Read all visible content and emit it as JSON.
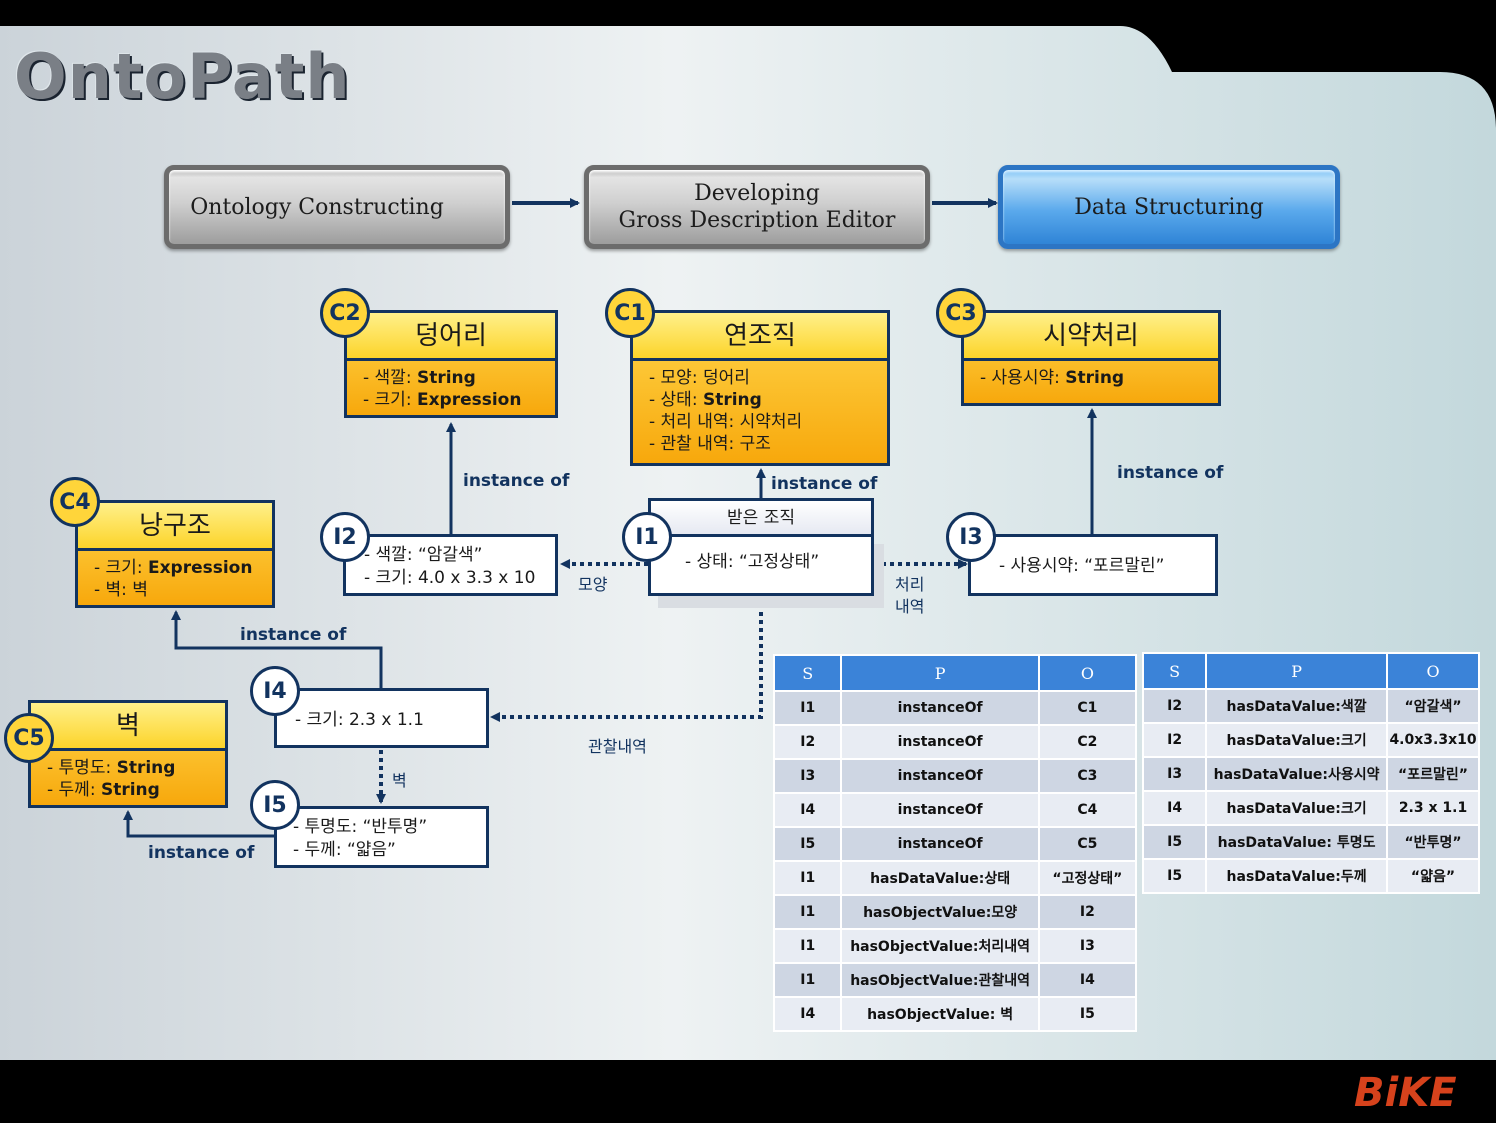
{
  "title": "OntoPath",
  "process": {
    "step1": "Ontology Constructing",
    "step2_line1": "Developing",
    "step2_line2": "Gross Description Editor",
    "step3": "Data Structuring"
  },
  "classes": {
    "c1": {
      "badge": "C1",
      "name": "연조직",
      "attrs": [
        "- 모양: 덩어리",
        "- 상태: String",
        "- 처리 내역: 시약처리",
        "- 관찰 내역: 구조"
      ]
    },
    "c2": {
      "badge": "C2",
      "name": "덩어리",
      "attrs": [
        "- 색깔: String",
        "- 크기: Expression"
      ]
    },
    "c3": {
      "badge": "C3",
      "name": "시약처리",
      "attrs": [
        "- 사용시약: String"
      ]
    },
    "c4": {
      "badge": "C4",
      "name": "낭구조",
      "attrs": [
        "- 크기: Expression",
        "- 벽: 벽"
      ]
    },
    "c5": {
      "badge": "C5",
      "name": "벽",
      "attrs": [
        "- 투명도: String",
        "- 두께: String"
      ]
    }
  },
  "instances": {
    "i1": {
      "badge": "I1",
      "header": "받은 조직",
      "attrs": [
        "- 상태: “고정상태”"
      ]
    },
    "i2": {
      "badge": "I2",
      "attrs": [
        "- 색깔: “암갈색”",
        "- 크기: 4.0 x 3.3 x 10"
      ]
    },
    "i3": {
      "badge": "I3",
      "attrs": [
        "- 사용시약: “포르말린”"
      ]
    },
    "i4": {
      "badge": "I4",
      "attrs": [
        "- 크기: 2.3 x 1.1"
      ]
    },
    "i5": {
      "badge": "I5",
      "attrs": [
        "- 투명도: “반투명”",
        "- 두께: “얇음”"
      ]
    }
  },
  "relations": {
    "instance_of": "instance of",
    "shape": "모양",
    "processing_line1": "처리",
    "processing_line2": "내역",
    "observation": "관찰내역",
    "wall": "벽"
  },
  "table1": {
    "headers": [
      "S",
      "P",
      "O"
    ],
    "rows": [
      [
        "I1",
        "instanceOf",
        "C1"
      ],
      [
        "I2",
        "instanceOf",
        "C2"
      ],
      [
        "I3",
        "instanceOf",
        "C3"
      ],
      [
        "I4",
        "instanceOf",
        "C4"
      ],
      [
        "I5",
        "instanceOf",
        "C5"
      ],
      [
        "I1",
        "hasDataValue:상태",
        "“고정상태”"
      ],
      [
        "I1",
        "hasObjectValue:모양",
        "I2"
      ],
      [
        "I1",
        "hasObjectValue:처리내역",
        "I3"
      ],
      [
        "I1",
        "hasObjectValue:관찰내역",
        "I4"
      ],
      [
        "I4",
        "hasObjectValue: 벽",
        "I5"
      ]
    ]
  },
  "table2": {
    "headers": [
      "S",
      "P",
      "O"
    ],
    "rows": [
      [
        "I2",
        "hasDataValue:색깔",
        "“암갈색”"
      ],
      [
        "I2",
        "hasDataValue:크기",
        "4.0x3.3x10"
      ],
      [
        "I3",
        "hasDataValue:사용시약",
        "“포르말린”"
      ],
      [
        "I4",
        "hasDataValue:크기",
        "2.3 x 1.1"
      ],
      [
        "I5",
        "hasDataValue: 투명도",
        "“반투명”"
      ],
      [
        "I5",
        "hasDataValue:두께",
        "“얇음”"
      ]
    ]
  },
  "logo": "BiKE",
  "colors": {
    "accent_blue": "#3b83d8",
    "class_yellow": "#fcd42a",
    "line_navy": "#12335f",
    "logo_red": "#d6421c"
  }
}
